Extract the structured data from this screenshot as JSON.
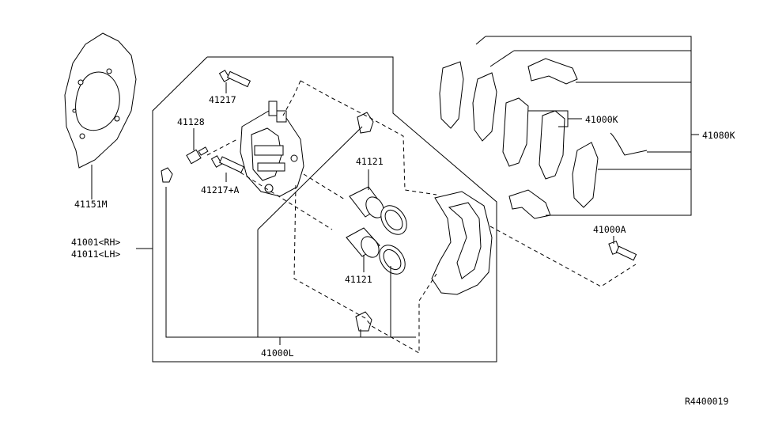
{
  "labels": {
    "p41151M": "41151M",
    "p41217": "41217",
    "p41128": "41128",
    "p41217A": "41217+A",
    "p41001": "41001<RH>",
    "p41011": "41011<LH>",
    "p41121a": "41121",
    "p41121b": "41121",
    "p41000L": "41000L",
    "p41000K": "41000K",
    "p41080K": "41080K",
    "p41000A": "41000A",
    "ref": "R4400019"
  }
}
